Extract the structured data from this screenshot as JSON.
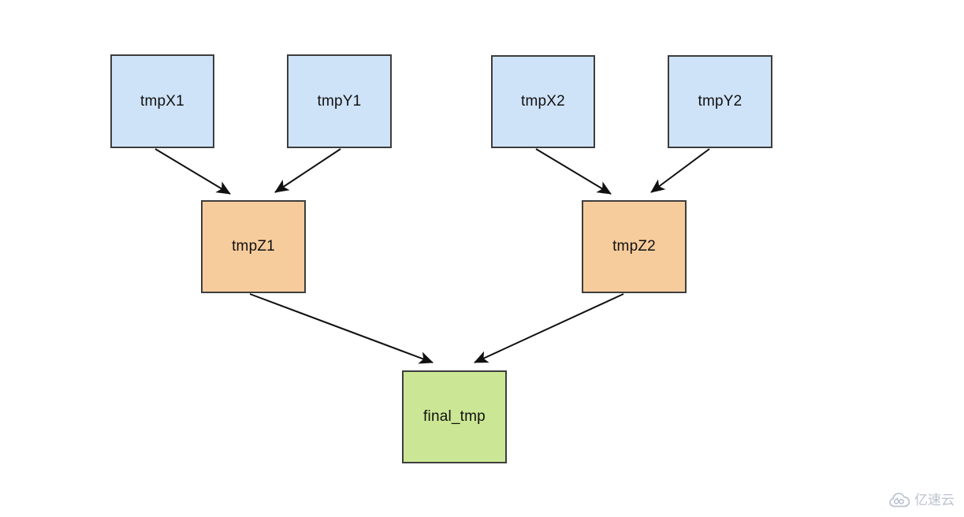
{
  "diagram": {
    "nodes": [
      {
        "id": "tmpX1",
        "label": "tmpX1",
        "role": "input",
        "fill": "#cfe3f8"
      },
      {
        "id": "tmpY1",
        "label": "tmpY1",
        "role": "input",
        "fill": "#cfe3f8"
      },
      {
        "id": "tmpX2",
        "label": "tmpX2",
        "role": "input",
        "fill": "#cfe3f8"
      },
      {
        "id": "tmpY2",
        "label": "tmpY2",
        "role": "input",
        "fill": "#cfe3f8"
      },
      {
        "id": "tmpZ1",
        "label": "tmpZ1",
        "role": "intermediate",
        "fill": "#f7cc9c"
      },
      {
        "id": "tmpZ2",
        "label": "tmpZ2",
        "role": "intermediate",
        "fill": "#f7cc9c"
      },
      {
        "id": "final_tmp",
        "label": "final_tmp",
        "role": "output",
        "fill": "#cbe795"
      }
    ],
    "edges": [
      {
        "from": "tmpX1",
        "to": "tmpZ1"
      },
      {
        "from": "tmpY1",
        "to": "tmpZ1"
      },
      {
        "from": "tmpX2",
        "to": "tmpZ2"
      },
      {
        "from": "tmpY2",
        "to": "tmpZ2"
      },
      {
        "from": "tmpZ1",
        "to": "final_tmp"
      },
      {
        "from": "tmpZ2",
        "to": "final_tmp"
      }
    ],
    "colors": {
      "node_border": "#3d3d3d",
      "arrow": "#111111",
      "input_fill": "#cfe3f8",
      "intermediate_fill": "#f7cc9c",
      "output_fill": "#cbe795",
      "background": "#ffffff"
    }
  },
  "watermark": {
    "text": "亿速云",
    "icon": "cloud-logo-icon",
    "color": "#bcc3cf"
  }
}
